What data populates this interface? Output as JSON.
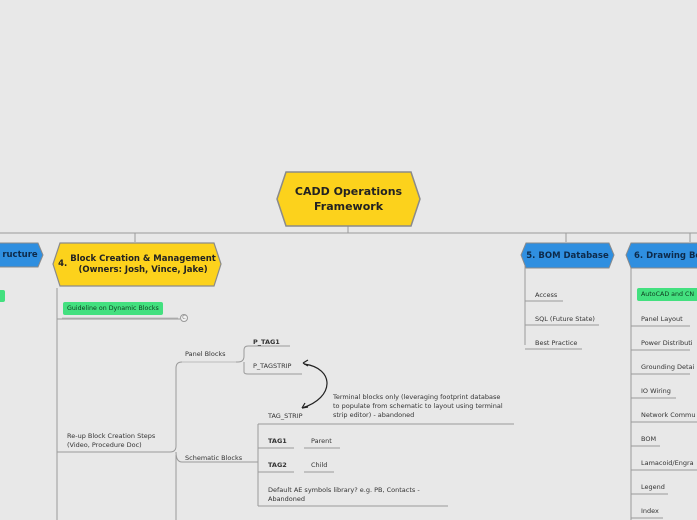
{
  "root": {
    "line1": "CADD Operations",
    "line2": "Framework"
  },
  "branches": {
    "structure": {
      "label": "ructure"
    },
    "block_creation": {
      "number": "4.",
      "line1": "Block Creation & Management",
      "line2": "(Owners: Josh, Vince, Jake)"
    },
    "bom_database": {
      "label": "5. BOM Database"
    },
    "drawing": {
      "label": "6. Drawing Be"
    }
  },
  "block_creation": {
    "guideline": "Guideline on Dynamic Blocks",
    "guideline_badge": "C",
    "reup_steps": "Re-up Block Creation Steps (Video, Procedure Doc)",
    "panel_blocks": {
      "label": "Panel Blocks",
      "items": [
        "P_TAG1",
        "P_TAGSTRIP"
      ]
    },
    "schematic_blocks": {
      "label": "Schematic Blocks",
      "tag_strip": "TAG_STRIP",
      "tag_strip_note": "Terminal blocks only (leveraging footprint database to populate from schematic to layout using terminal strip editor) - abandoned",
      "tag1": "TAG1",
      "tag1_role": "Parent",
      "tag2": "TAG2",
      "tag2_role": "Child",
      "default_ae": "Default AE symbols library? e.g. PB, Contacts - Abandoned"
    }
  },
  "bom_database": {
    "items": [
      "Access",
      "SQL (Future State)",
      "Best Practice"
    ]
  },
  "drawing": {
    "green_item": "AutoCAD and CN",
    "items": [
      "Panel Layout",
      "Power Distributi",
      "Grounding Detai",
      "IO Wiring",
      "Network Commu",
      "BOM",
      "Lamacoid/Engra",
      "Legend",
      "Index"
    ]
  },
  "colors": {
    "background": "#e8e8e8",
    "root_fill": "#fcd21c",
    "blue_fill": "#2f8fe0",
    "yellow_fill": "#fcd21c",
    "green_fill": "#43e07f",
    "connector": "#9a9a9a"
  }
}
